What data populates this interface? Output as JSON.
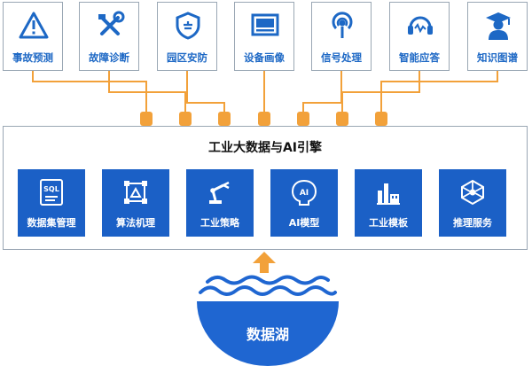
{
  "applications": [
    {
      "label": "事故预测",
      "icon": "warning-icon"
    },
    {
      "label": "故障诊断",
      "icon": "tools-icon"
    },
    {
      "label": "园区安防",
      "icon": "shield-icon"
    },
    {
      "label": "设备画像",
      "icon": "monitor-icon"
    },
    {
      "label": "信号处理",
      "icon": "signal-icon"
    },
    {
      "label": "智能应答",
      "icon": "headset-icon"
    },
    {
      "label": "知识图谱",
      "icon": "graduate-icon"
    }
  ],
  "engine": {
    "title": "工业大数据与AI引擎",
    "modules": [
      {
        "label": "数据集管理",
        "icon": "sql-icon",
        "icon_text": "SQL"
      },
      {
        "label": "算法机理",
        "icon": "algorithm-icon"
      },
      {
        "label": "工业策略",
        "icon": "robot-arm-icon"
      },
      {
        "label": "AI模型",
        "icon": "ai-brain-icon",
        "icon_text": "AI"
      },
      {
        "label": "工业模板",
        "icon": "factory-icon"
      },
      {
        "label": "推理服务",
        "icon": "network-icon"
      }
    ]
  },
  "data_lake": {
    "label": "数据湖"
  },
  "colors": {
    "primary": "#1b60c6",
    "connector": "#f2a13a",
    "lake": "#1f66d1",
    "border": "#9aa7b4"
  }
}
